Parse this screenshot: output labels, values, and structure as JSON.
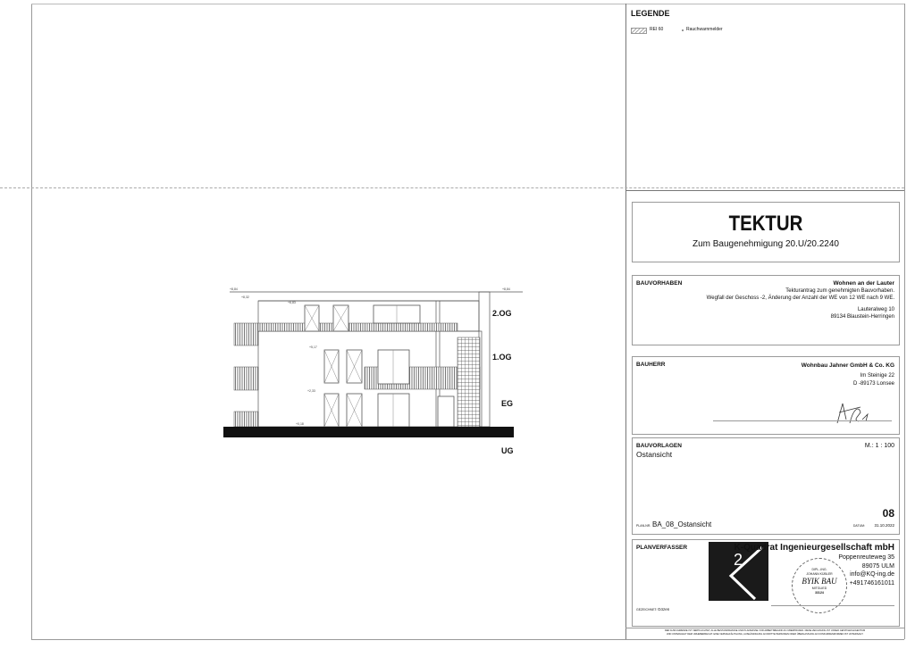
{
  "legend": {
    "title": "LEGENDE",
    "items": [
      {
        "symbol": "hatch",
        "label": "REI 60"
      },
      {
        "symbol": "dot",
        "label": "Rauchwarnmelder"
      }
    ]
  },
  "drawing": {
    "floors": [
      "2.OG",
      "1.OG",
      "EG",
      "UG"
    ],
    "levels": [
      "+8,84",
      "+8,32",
      "+6,83",
      "+5,17",
      "+2,33",
      "+0,18",
      "+8,84"
    ]
  },
  "title": {
    "heading": "TEKTUR",
    "subheading": "Zum Baugenehmigung 20.U/20.2240"
  },
  "bauvorhaben": {
    "label": "BAUVORHABEN",
    "name": "Wohnen an der Lauter",
    "line1": "Tekturantrag zum genehmigten Bauvorhaben.",
    "line2": "Wegfall der Geschoss -2, Änderung der Anzahl der WE von 12 WE nach 9 WE.",
    "street": "Lauteralweg 10",
    "city": "89134  Blaustein-Herringen"
  },
  "bauherr": {
    "label": "BAUHERR",
    "name": "Wohnbau Jahner GmbH & Co. KG",
    "street": "Im Steinige 22",
    "city": "D -89173 Lonsee"
  },
  "bauvorlagen": {
    "label": "BAUVORLAGEN",
    "scale": "M.:   1 : 100",
    "view": "Ostansicht",
    "plan_label": "PLAN-NR.",
    "plan_no": "BA_08_Ostansicht",
    "sheet": "08",
    "date_label": "DATUM:",
    "date": "31.10.2022"
  },
  "planverfasser": {
    "label": "PLANVERFASSER",
    "drawn_label": "GEZEICHNET:",
    "drawn_by": "Gözen",
    "company": "K-Quadrat Ingenieurgesellschaft mbH",
    "street": "Poppenreuteweg 35",
    "city": "89075 ULM",
    "email": "info@KQ-ing.de",
    "phone": "+491746161011",
    "stamp": {
      "line1": "DIPL.-ING.",
      "line2": "JOHANN KÜBLER",
      "line3": "BYIK BAU",
      "line4": "MITGLIED",
      "line5": "33124"
    }
  },
  "footer": {
    "line1": "DER AUSFÜHRENDE IST VERPFLICHTET, ALLE BESTANDSMASSE UND PLANMASSE VOR ARBEITSBEGINN ZU ÜBERPRÜFEN. DIESE ZEICHNUNG IST UNSER GEISTIGES EIGENTUM",
    "line2": "UND UNTERLIEGT DEM URHEBERRECHT. EINE VERVIELFÄLTIGUNG, AUSHÄNDIGUNG AN DRITTE PERSONEN ODER ÜBERLASSUNG AN KONKURRENZFIRMEN IST UNTERSAGT."
  }
}
